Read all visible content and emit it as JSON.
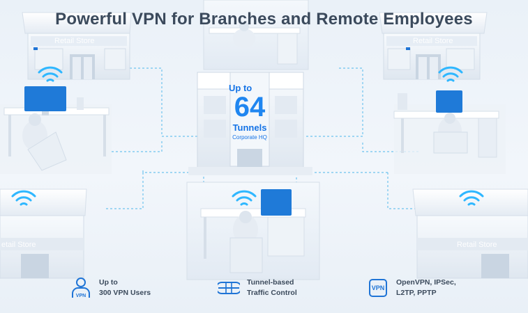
{
  "title": "Powerful VPN for Branches and Remote Employees",
  "stores": {
    "top_left": "Retail Store",
    "top_right": "Retail Store",
    "bottom_left": "etail Store",
    "bottom_right": "Retail Store"
  },
  "hq": {
    "up_to": "Up to",
    "number": "64",
    "tunnels": "Tunnels",
    "subtitle": "Corporate HQ"
  },
  "features": [
    {
      "icon": "user-vpn-icon",
      "line1": "Up to",
      "line2": "300 VPN Users"
    },
    {
      "icon": "tunnel-icon",
      "line1": "Tunnel-based",
      "line2": "Traffic Control"
    },
    {
      "icon": "vpn-box-icon",
      "icon_text": "VPN",
      "line1": "OpenVPN, IPSec,",
      "line2": "L2TP, PPTP"
    }
  ],
  "colors": {
    "accent": "#1f86f0",
    "wifi": "#2fb7ff",
    "text": "#3b4a5c",
    "dashed_line": "#6ec3ee"
  }
}
